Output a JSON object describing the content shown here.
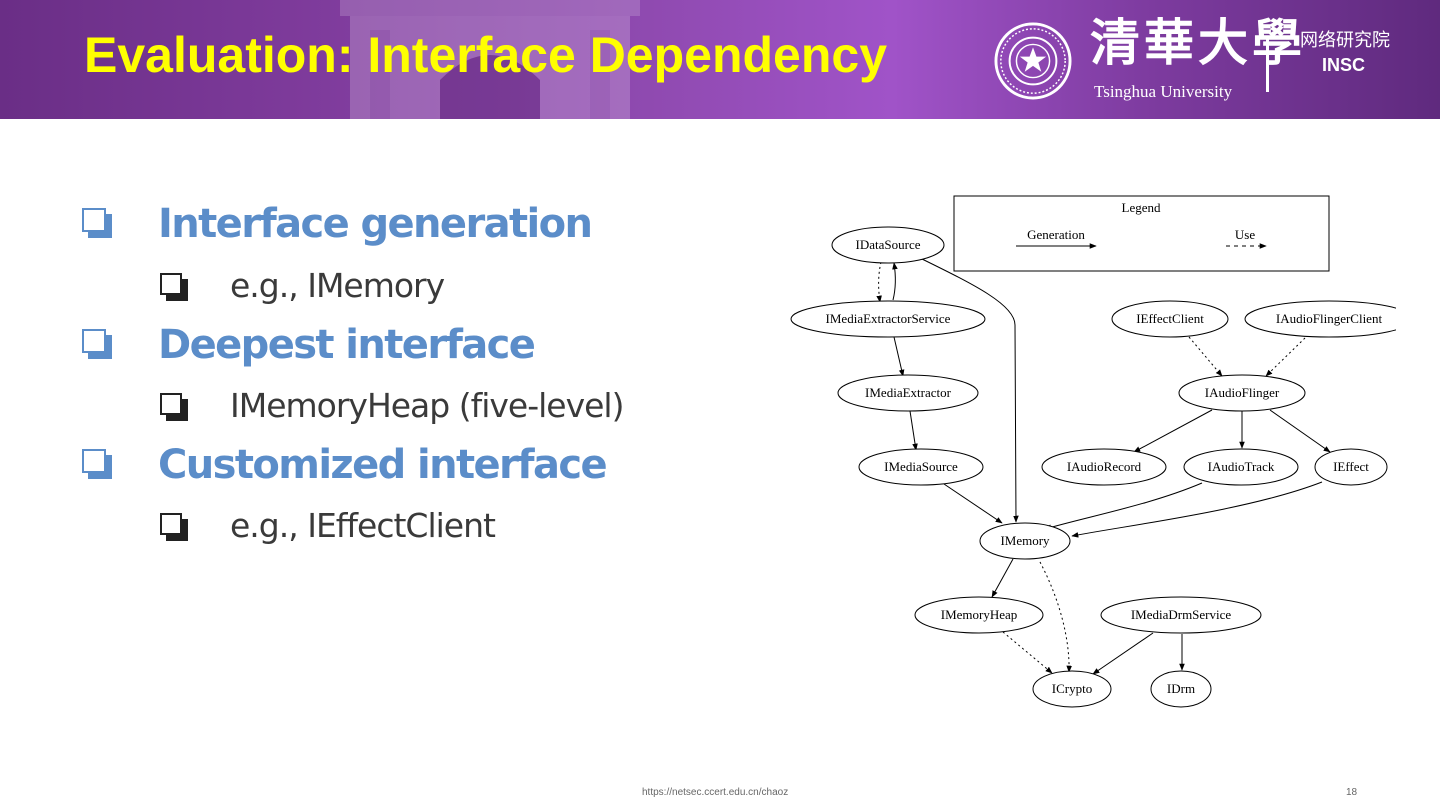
{
  "slide": {
    "title": "Evaluation: Interface Dependency",
    "header_bg": "#7d3a9a",
    "title_color": "#ffff00"
  },
  "branding": {
    "university_cn": "清華大學",
    "university_en": "Tsinghua University",
    "institute_cn": "网络研究院",
    "institute_en": "INSC",
    "seal_icon": "tsinghua-seal-icon"
  },
  "bullets": [
    {
      "text": "Interface generation",
      "sub": [
        "e.g., IMemory"
      ]
    },
    {
      "text": "Deepest interface",
      "sub": [
        "IMemoryHeap (five-level)"
      ]
    },
    {
      "text": "Customized interface",
      "sub": [
        "e.g., IEffectClient"
      ]
    }
  ],
  "colors": {
    "bullet_l1": "#5b8dc9",
    "bullet_l2": "#222222",
    "text_l2": "#3a3a3a"
  },
  "diagram": {
    "legend": {
      "title": "Legend",
      "generation": "Generation",
      "use": "Use"
    },
    "nodes": [
      "IDataSource",
      "IMediaExtractorService",
      "IMediaExtractor",
      "IMediaSource",
      "IEffectClient",
      "IAudioFlingerClient",
      "IAudioFlinger",
      "IAudioRecord",
      "IAudioTrack",
      "IEffect",
      "IMemory",
      "IMemoryHeap",
      "IMediaDrmService",
      "ICrypto",
      "IDrm"
    ],
    "edges": [
      {
        "from": "IDataSource",
        "to": "IMediaExtractorService",
        "kind": "use"
      },
      {
        "from": "IMediaExtractorService",
        "to": "IDataSource",
        "kind": "generation"
      },
      {
        "from": "IMediaExtractorService",
        "to": "IMediaExtractor",
        "kind": "generation"
      },
      {
        "from": "IMediaExtractor",
        "to": "IMediaSource",
        "kind": "generation"
      },
      {
        "from": "IMediaSource",
        "to": "IMemory",
        "kind": "generation"
      },
      {
        "from": "IDataSource",
        "to": "IMemory",
        "kind": "generation"
      },
      {
        "from": "IEffectClient",
        "to": "IAudioFlinger",
        "kind": "use"
      },
      {
        "from": "IAudioFlingerClient",
        "to": "IAudioFlinger",
        "kind": "use"
      },
      {
        "from": "IAudioFlinger",
        "to": "IAudioRecord",
        "kind": "generation"
      },
      {
        "from": "IAudioFlinger",
        "to": "IAudioTrack",
        "kind": "generation"
      },
      {
        "from": "IAudioFlinger",
        "to": "IEffect",
        "kind": "generation"
      },
      {
        "from": "IAudioTrack",
        "to": "IMemory",
        "kind": "generation"
      },
      {
        "from": "IEffect",
        "to": "IMemory",
        "kind": "generation"
      },
      {
        "from": "IMemory",
        "to": "IMemoryHeap",
        "kind": "generation"
      },
      {
        "from": "IMemory",
        "to": "ICrypto",
        "kind": "use"
      },
      {
        "from": "IMemoryHeap",
        "to": "ICrypto",
        "kind": "use"
      },
      {
        "from": "IMediaDrmService",
        "to": "ICrypto",
        "kind": "generation"
      },
      {
        "from": "IMediaDrmService",
        "to": "IDrm",
        "kind": "generation"
      }
    ]
  },
  "footer": {
    "url": "https://netsec.ccert.edu.cn/chaoz",
    "page": "18"
  }
}
